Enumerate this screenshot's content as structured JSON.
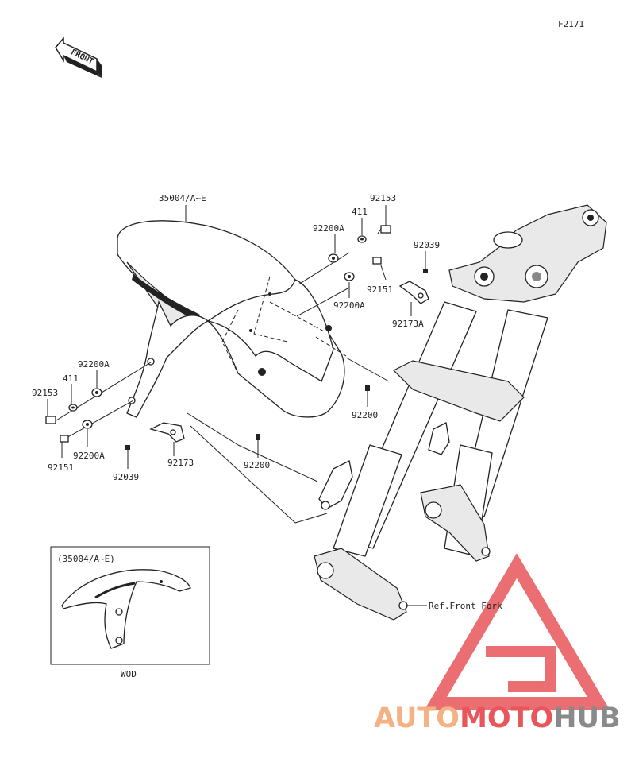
{
  "diagram": {
    "figure_code": "F2171",
    "front_arrow": "FRONT",
    "labels": {
      "fender": "35004/A~E",
      "bolt_top": "92153",
      "washer_top": "411",
      "collar_top": "92200A",
      "bolt_top2": "92151",
      "collar_top2": "92200A",
      "screw_right": "92039",
      "bracket_right": "92173A",
      "clip_right": "92200",
      "collar_left": "92200A",
      "washer_left": "411",
      "bolt_left": "92153",
      "collar_left2": "92200A",
      "bolt_left2": "92151",
      "screw_left": "92039",
      "bracket_left": "92173",
      "clip_left": "92200",
      "ref_front_fork": "Ref.Front Fork"
    },
    "inset": {
      "title": "(35004/A~E)",
      "caption": "WOD"
    }
  },
  "watermark": {
    "part1": "AUTO",
    "part2": "MOTO",
    "part3": "HUB",
    "color_orange": "#f4b183",
    "color_red": "#e8555a",
    "color_gray": "#8a8a8a"
  }
}
